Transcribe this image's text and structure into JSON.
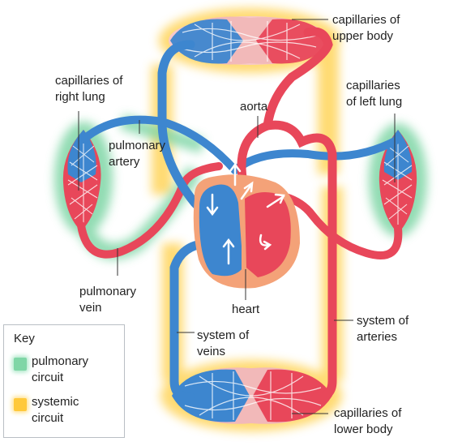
{
  "labels": {
    "cap_upper": [
      "capillaries of",
      "upper body"
    ],
    "cap_right": [
      "capillaries of",
      "right lung"
    ],
    "cap_left": [
      "capillaries",
      "of left lung"
    ],
    "aorta": "aorta",
    "pulm_artery": [
      "pulmonary",
      "artery"
    ],
    "pulm_vein": [
      "pulmonary",
      "vein"
    ],
    "heart": "heart",
    "sys_veins": [
      "system of",
      "veins"
    ],
    "sys_arteries": [
      "system of",
      "arteries"
    ],
    "cap_lower": [
      "capillaries of",
      "lower body"
    ]
  },
  "key": {
    "title": "Key",
    "pulmonary": [
      "pulmonary",
      "circuit"
    ],
    "systemic": [
      "systemic",
      "circuit"
    ]
  },
  "colors": {
    "artery_red": "#e8475a",
    "vein_blue": "#3d86cf",
    "pulmonary_glow": "#7fd6a6",
    "systemic_glow": "#ffd45a",
    "heart_tissue": "#f4a278"
  }
}
